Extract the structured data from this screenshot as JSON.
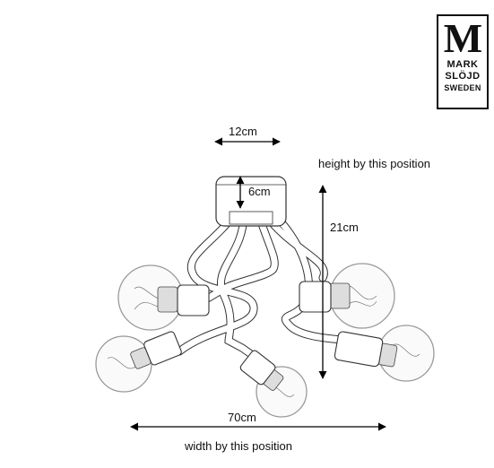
{
  "brand": {
    "letter": "M",
    "line1": "MARK",
    "line2": "SLÖJD",
    "line3": "SWEDEN"
  },
  "dimensions": {
    "canopy_width": "12cm",
    "canopy_height": "6cm",
    "height": "21cm",
    "width": "70cm"
  },
  "notes": {
    "height_position": "height by this position",
    "width_position": "width by this position"
  },
  "colors": {
    "line": "#333333",
    "arrow": "#000000",
    "glass": "#9a9a9a"
  }
}
